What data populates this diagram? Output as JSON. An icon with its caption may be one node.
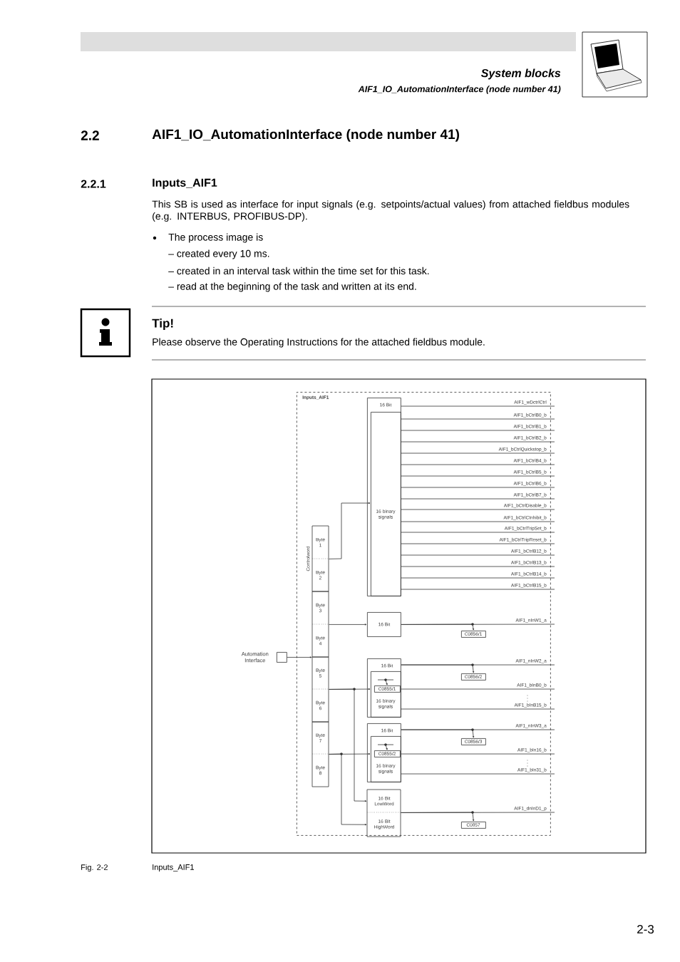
{
  "diagram": {
    "nodes": [
      {
        "text": [
          "Inputs_AIF1"
        ]
      },
      {
        "text": [
          "Byte 1"
        ],
        "in": 0
      },
      {
        "text": [
          "Byte 2"
        ],
        "in": 0
      },
      {
        "text": [
          "Byte 3"
        ],
        "in": 0
      },
      {
        "text": [
          "Byte 4"
        ],
        "in": 0
      },
      {
        "text": [
          "Byte 5"
        ],
        "in": 0
      },
      {
        "text": [
          "Byte 6"
        ],
        "in": 0
      },
      {
        "text": [
          "Byte 7"
        ],
        "in": 0
      },
      {
        "text": [
          "Byte 8"
        ],
        "in": 0
      },
      {
        "text": [],
        "shape": "box",
        "beside": [
          "Automation Interface"
        ]
      },
      {
        "text": [
          "16 Bit"
        ],
        "in": 0
      },
      {
        "text": [
          "16 binary signals"
        ],
        "in": 10
      },
      {
        "text": [
          "16 Bit"
        ],
        "in": 0
      },
      {
        "text": [
          "C0856/1"
        ],
        "in": 0
      },
      {
        "text": [
          "16 Bit"
        ],
        "in": 0
      },
      {
        "text": [
          "16 binary signals"
        ],
        "in": 14
      },
      {
        "text": [
          "C0855/1"
        ],
        "in": 15
      },
      {
        "text": [
          "C0856/2"
        ],
        "in": 0
      },
      {
        "text": [
          "16 Bit"
        ],
        "in": 0
      },
      {
        "text": [
          "16 binary signals"
        ],
        "in": 18
      },
      {
        "text": [
          "C0855/2"
        ],
        "in": 19
      },
      {
        "text": [
          "C0856/3"
        ],
        "in": 0
      },
      {
        "text": [
          "16 Bit LowWord"
        ],
        "in": 0
      },
      {
        "text": [
          "16 Bit HighWord"
        ],
        "in": 0
      },
      {
        "text": [
          "C0857"
        ],
        "in": 0
      }
    ],
    "edges": [
      {
        "from": 1,
        "to": 11,
        "arrow": "to"
      },
      {
        "from": 10,
        "to": null,
        "arrow": "none",
        "label": "AIF1_wDctrlCtrl"
      },
      {
        "from": 11,
        "to": null,
        "arrow": "none",
        "label": "AIF1_bCtrlB0_b"
      },
      {
        "from": 11,
        "to": null,
        "arrow": "none",
        "label": "AIF1_bCtrlB1_b"
      },
      {
        "from": 11,
        "to": null,
        "arrow": "none",
        "label": "AIF1_bCtrlB2_b"
      },
      {
        "from": 11,
        "to": null,
        "arrow": "none",
        "label": "AIF1_bCtrlQuickstop_b"
      },
      {
        "from": 11,
        "to": null,
        "arrow": "none",
        "label": "AIF1_bCtrlB4_b"
      },
      {
        "from": 11,
        "to": null,
        "arrow": "none",
        "label": "AIF1_bCtrlB5_b"
      },
      {
        "from": 11,
        "to": null,
        "arrow": "none",
        "label": "AIF1_bCtrlB6_b"
      },
      {
        "from": 11,
        "to": null,
        "arrow": "none",
        "label": "AIF1_bCtrlB7_b"
      },
      {
        "from": 11,
        "to": null,
        "arrow": "none",
        "label": "AIF1_bCtrlDisable_b"
      },
      {
        "from": 11,
        "to": null,
        "arrow": "none",
        "label": "AIF1_bCtrlCInhibit_b"
      },
      {
        "from": 11,
        "to": null,
        "arrow": "none",
        "label": "AIF1_bCtrlTripSet_b"
      },
      {
        "from": 11,
        "to": null,
        "arrow": "none",
        "label": "AIF1_bCtrlTripReset_b"
      },
      {
        "from": 11,
        "to": null,
        "arrow": "none",
        "label": "AIF1_bCtrlB12_b"
      },
      {
        "from": 11,
        "to": null,
        "arrow": "none",
        "label": "AIF1_bCtrlB13_b"
      },
      {
        "from": 11,
        "to": null,
        "arrow": "none",
        "label": "AIF1_bCtrlB14_b"
      },
      {
        "from": 11,
        "to": null,
        "arrow": "none",
        "label": "AIF1_bCtrlB15_b"
      },
      {
        "from": 9,
        "to": 4,
        "arrow": "to"
      },
      {
        "from": 3,
        "to": 12,
        "arrow": "to"
      },
      {
        "from": 12,
        "to": null,
        "arrow": "none",
        "label": "AIF1_nInW1_a"
      },
      {
        "from": 12,
        "to": 13,
        "arrow": "to"
      },
      {
        "from": 5,
        "to": 15,
        "arrow": "to"
      },
      {
        "from": 5,
        "to": 22,
        "arrow": "to"
      },
      {
        "from": 14,
        "to": null,
        "arrow": "none",
        "label": "AIF1_nInW2_a"
      },
      {
        "from": 14,
        "to": 17,
        "arrow": "to"
      },
      {
        "from": null,
        "to": 16,
        "arrow": "to"
      },
      {
        "from": 15,
        "to": null,
        "arrow": "none",
        "label": "AIF1_bInB0_b"
      },
      {
        "from": 15,
        "to": null,
        "arrow": "none",
        "label": "AIF1_bInB15_b"
      },
      {
        "from": 7,
        "to": 19,
        "arrow": "to"
      },
      {
        "from": 7,
        "to": 23,
        "arrow": "to"
      },
      {
        "from": 18,
        "to": null,
        "arrow": "none",
        "label": "AIF1_nInW3_a"
      },
      {
        "from": 18,
        "to": 21,
        "arrow": "to"
      },
      {
        "from": null,
        "to": 20,
        "arrow": "to"
      },
      {
        "from": 19,
        "to": null,
        "arrow": "none",
        "label": "AIF1_bIn16_b"
      },
      {
        "from": 19,
        "to": null,
        "arrow": "none",
        "label": "AIF1_bIn31_b"
      },
      {
        "from": 22,
        "to": null,
        "arrow": "none",
        "label": "AIF1_dnInD1_p"
      },
      {
        "from": 22,
        "to": 24,
        "arrow": "to"
      }
    ],
    "labels": [
      "System blocks",
      "AIF1_IO_AutomationInterface (node number 41)",
      "2.2",
      "AIF1_IO_AutomationInterface (node number 41)",
      "2.2.1",
      "Inputs_AIF1",
      "This SB is used as interface for input signals (e.g. setpoints/actual values) from attached fieldbus modules (e.g. INTERBUS, PROFIBUS-DP).",
      "The process image is",
      "– created every 10 ms.",
      "– created in an interval task within the time set for this task.",
      "– read at the beginning of the task and written at its end.",
      "Tip!",
      "Please observe the Operating Instructions for the attached fieldbus module.",
      "Controlword",
      "Fig. 2-2",
      "Inputs_AIF1",
      "2-3"
    ]
  }
}
